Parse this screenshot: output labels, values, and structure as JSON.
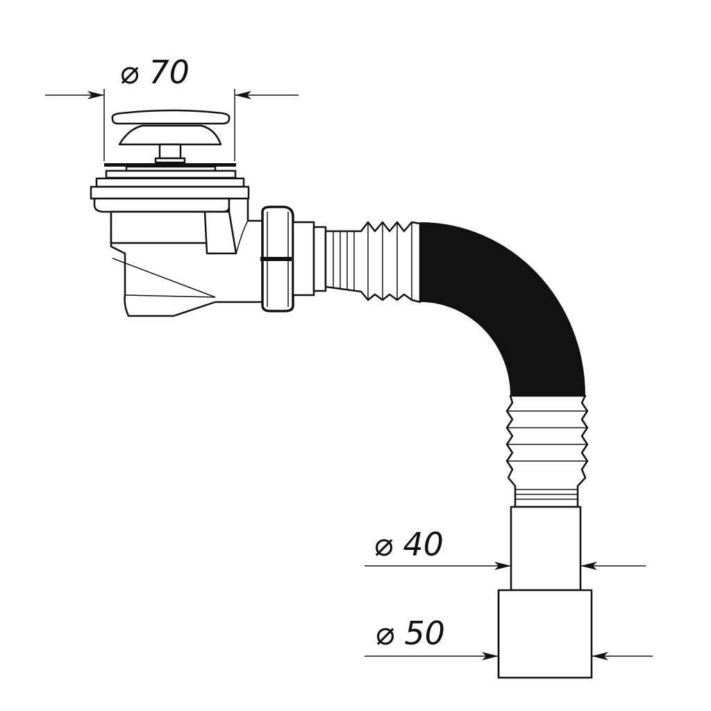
{
  "dimensions": {
    "top_diameter": "⌀ 70",
    "outlet_diameter": "⌀ 40",
    "pipe_diameter": "⌀ 50"
  },
  "colors": {
    "line": "#111111",
    "background": "#ffffff"
  }
}
